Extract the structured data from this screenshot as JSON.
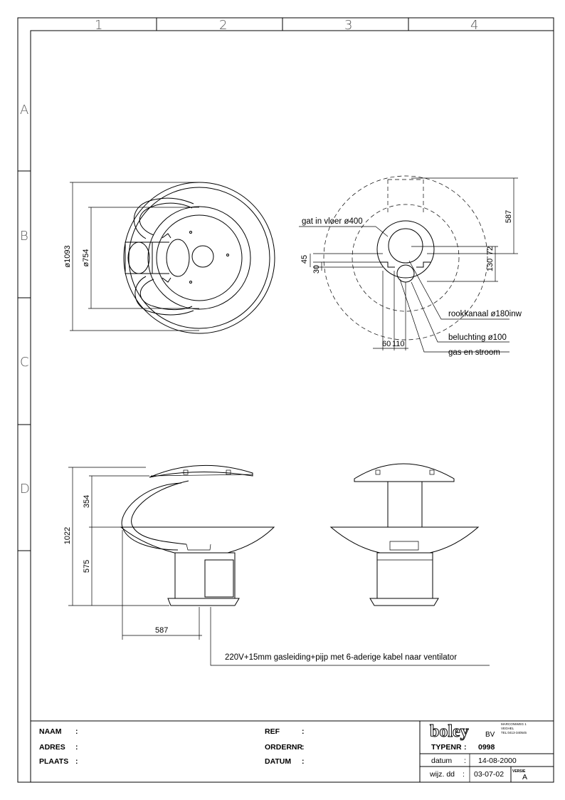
{
  "grid": {
    "columns": [
      "1",
      "2",
      "3",
      "4"
    ],
    "rows": [
      "A",
      "B",
      "C",
      "D"
    ]
  },
  "top_view_left": {
    "dim_outer": "ø1093",
    "dim_inner": "ø754"
  },
  "top_view_right": {
    "dim_587": "587",
    "dim_45": "45",
    "dim_30": "30",
    "dim_72": "72",
    "dim_130": "130",
    "dim_60": "60",
    "dim_110": "110",
    "label_floor_hole": "gat in vloer ø400",
    "label_flue": "rookkanaal ø180inw",
    "label_vent": "beluchting ø100",
    "label_gas": "gas en stroom"
  },
  "side_view": {
    "dim_total": "1022",
    "dim_upper": "354",
    "dim_lower": "575",
    "dim_horizontal": "587",
    "note": "220V+15mm gasleiding+pijp met 6-aderige kabel naar ventilator"
  },
  "title_block": {
    "naam_label": "NAAM",
    "adres_label": "ADRES",
    "plaats_label": "PLAATS",
    "ref_label": "REF",
    "ordernr_label": "ORDERNR",
    "datum_label": "DATUM",
    "colon": ":",
    "logo": "boley",
    "logo_suffix": "BV",
    "address_1": "MARCONIWEG 1",
    "address_2": "VEGHEL",
    "address_3": "TEL:0413-340545",
    "typenr_label": "TYPENR",
    "typenr_value": "0998",
    "date_label": "datum",
    "date_value": "14-08-2000",
    "rev_label": "wijz. dd",
    "rev_value": "03-07-02",
    "version_label": "VERSIE",
    "version_value": "A"
  }
}
